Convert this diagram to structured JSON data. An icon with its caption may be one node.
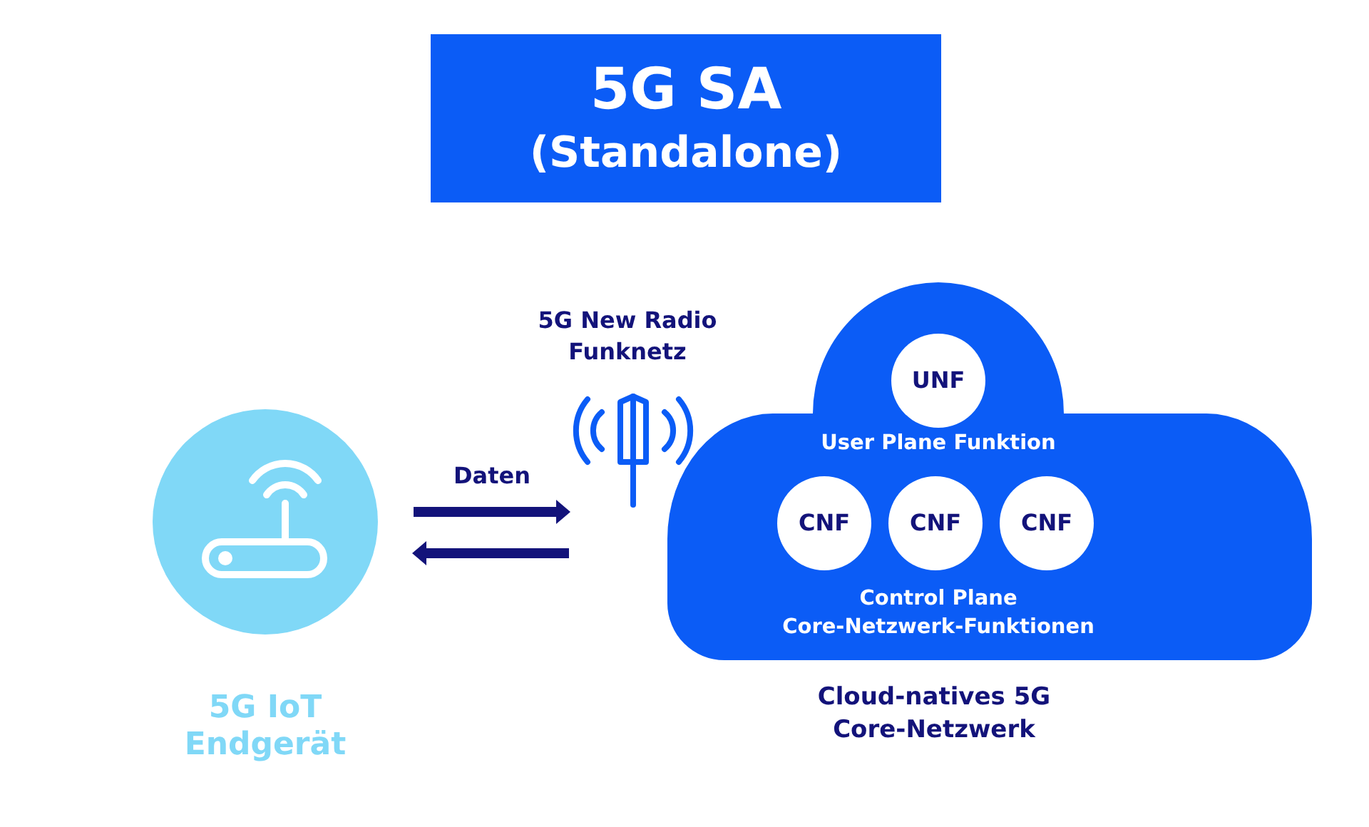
{
  "diagram": {
    "nodes": [
      {
        "text": [
          "5G SA",
          "(Standalone)"
        ]
      },
      {
        "text": [
          "5G IoT Endgerät"
        ]
      },
      {
        "text": [
          "5G New Radio Funknetz"
        ]
      },
      {
        "text": [
          "Control Plane Core-Netzwerk-Funktionen",
          "Cloud-natives 5G Core-Netzwerk"
        ]
      },
      {
        "text": [
          "UNF"
        ],
        "in": 3,
        "beside": [
          "User Plane Funktion"
        ]
      },
      {
        "text": [
          "CNF"
        ],
        "in": 3
      },
      {
        "text": [
          "CNF"
        ],
        "in": 3
      },
      {
        "text": [
          "CNF"
        ],
        "in": 3
      }
    ],
    "edges": [
      {
        "from": 1,
        "to": 2,
        "arrow": "to",
        "label": "Daten"
      },
      {
        "from": 2,
        "to": 1,
        "arrow": "to"
      }
    ]
  }
}
